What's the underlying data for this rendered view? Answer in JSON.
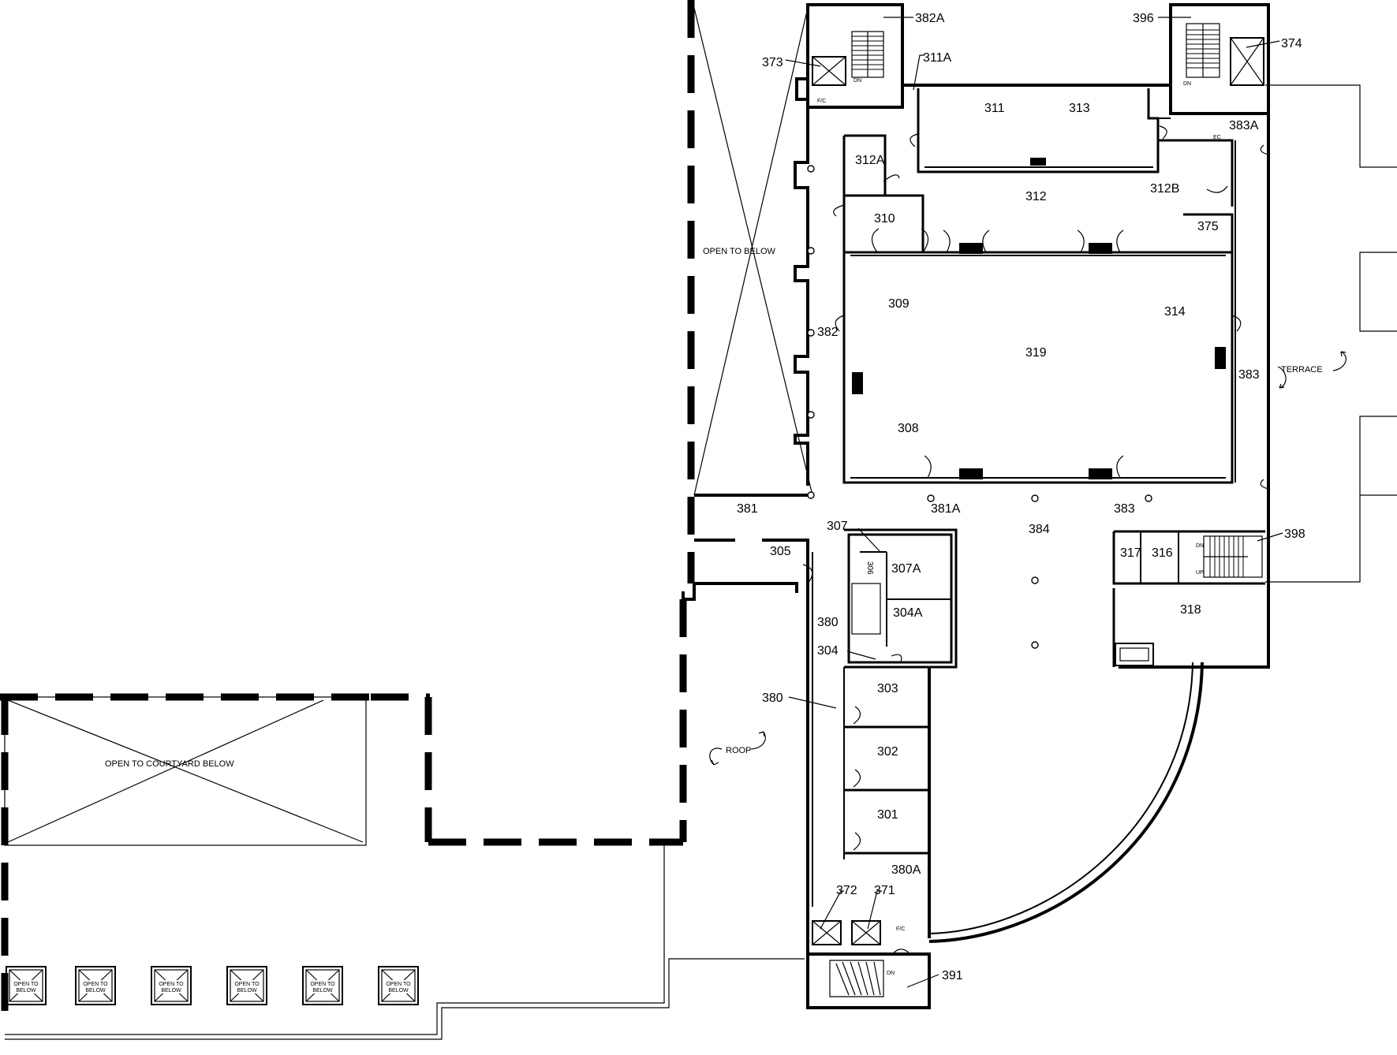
{
  "rooms": {
    "r382A": "382A",
    "r396": "396",
    "r374": "374",
    "r373": "373",
    "r311A": "311A",
    "r311": "311",
    "r313": "313",
    "r383A": "383A",
    "r312A": "312A",
    "r312": "312",
    "r312B": "312B",
    "r310": "310",
    "r375": "375",
    "r309": "309",
    "r314": "314",
    "r382": "382",
    "r319": "319",
    "r383": "383",
    "r308": "308",
    "r381": "381",
    "r381A": "381A",
    "r383b": "383",
    "r384": "384",
    "r307": "307",
    "r305": "305",
    "r306": "306",
    "r307A": "307A",
    "r317": "317",
    "r316": "316",
    "r398": "398",
    "r318": "318",
    "r304A": "304A",
    "r380": "380",
    "r304": "304",
    "r303": "303",
    "r380b": "380",
    "r302": "302",
    "r301": "301",
    "r380A": "380A",
    "r372": "372",
    "r371": "371",
    "r391": "391"
  },
  "notes": {
    "open_below": "OPEN TO BELOW",
    "terrace": "TERRACE",
    "roof": "ROOF",
    "courtyard": "OPEN TO COURTYARD BELOW",
    "skylight_line1": "OPEN TO",
    "skylight_line2": "BELOW",
    "dn": "DN",
    "up": "UP",
    "fc": "F/C",
    "ec": "EC"
  },
  "skylights": [
    {
      "line1": "OPEN TO",
      "line2": "BELOW"
    },
    {
      "line1": "OPEN TO",
      "line2": "BELOW"
    },
    {
      "line1": "OPEN TO",
      "line2": "BELOW"
    },
    {
      "line1": "OPEN TO",
      "line2": "BELOW"
    },
    {
      "line1": "OPEN TO",
      "line2": "BELOW"
    },
    {
      "line1": "OPEN TO",
      "line2": "BELOW"
    }
  ]
}
